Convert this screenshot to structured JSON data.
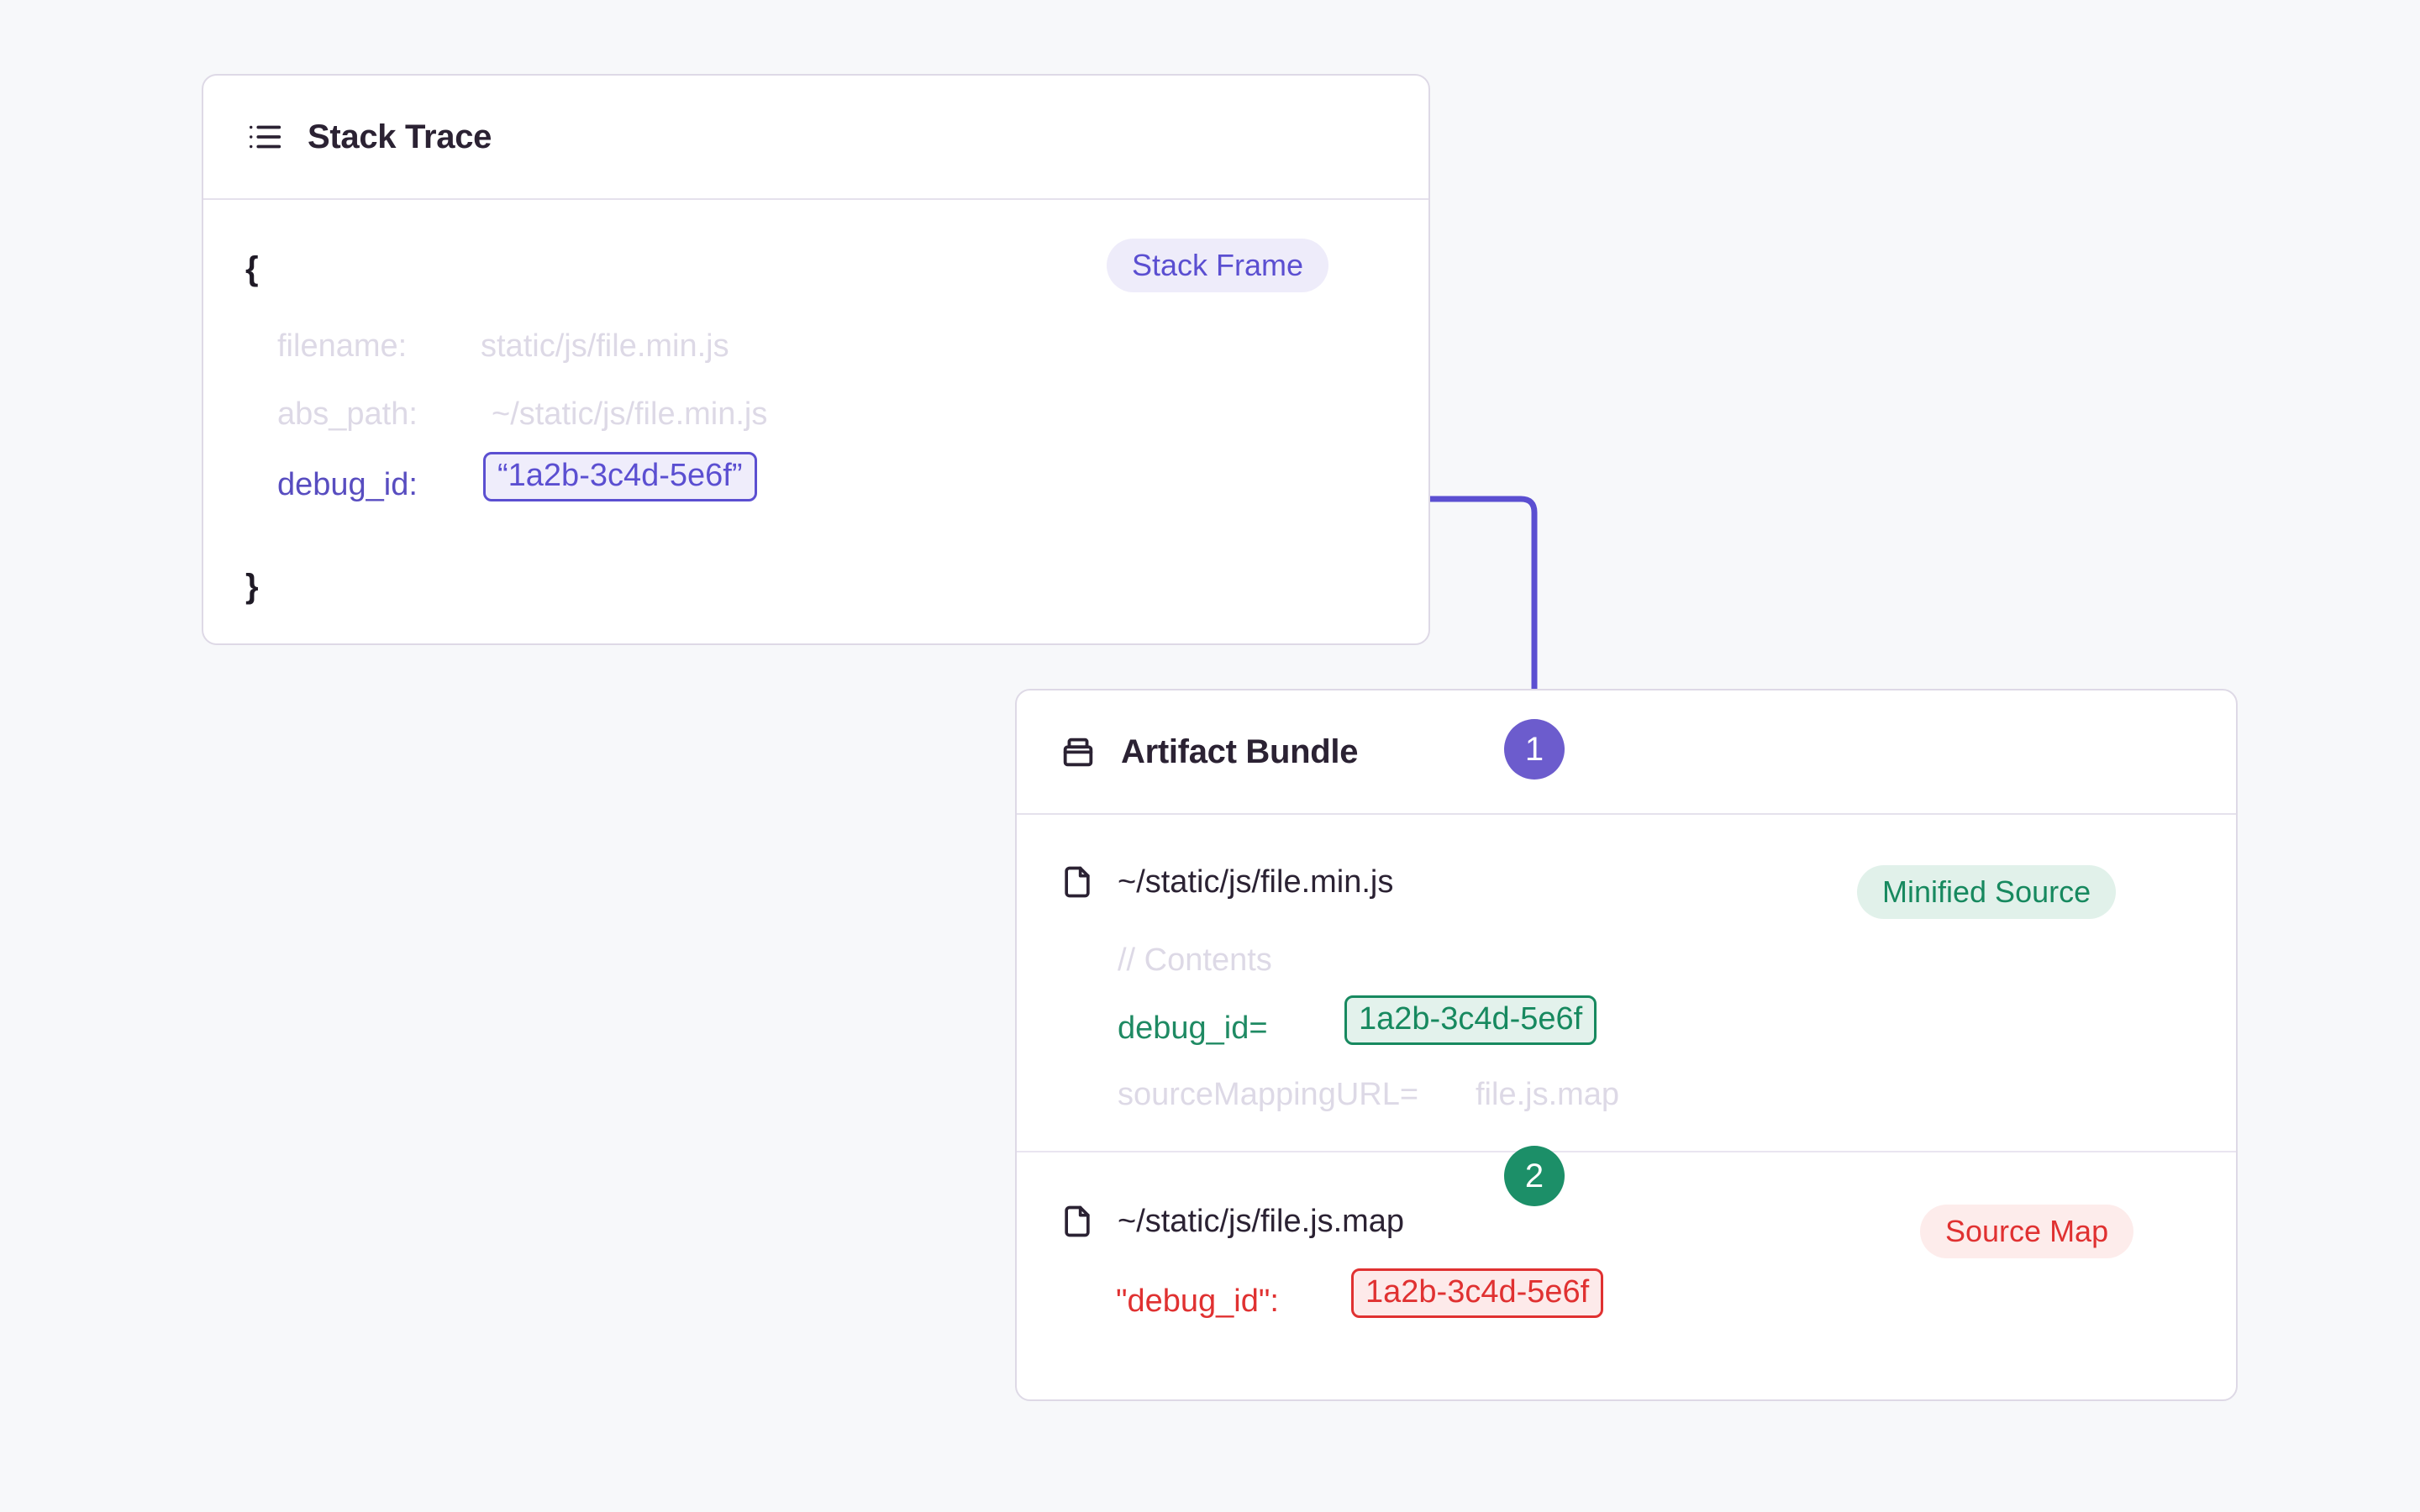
{
  "colors": {
    "background": "#f7f8fa",
    "card_border": "#ded9e6",
    "purple": "#5b4fd1",
    "green": "#17895f",
    "red": "#e03131",
    "muted_text": "#ddd9e6",
    "title_text": "#2b2233",
    "step1_bg": "#6c5ccd",
    "step2_bg": "#1c8f68"
  },
  "stack_trace": {
    "icon": "list-icon",
    "title": "Stack Trace",
    "open_brace": "{",
    "close_brace": "}",
    "badge": "Stack Frame",
    "rows": [
      {
        "key": "filename:",
        "value": "static/js/file.min.js"
      },
      {
        "key": "abs_path:",
        "value": "~/static/js/file.min.js"
      }
    ],
    "debug_id_key": "debug_id:",
    "debug_id_value": "“1a2b-3c4d-5e6f”"
  },
  "artifact_bundle": {
    "icon": "package-icon",
    "title": "Artifact Bundle",
    "entries": [
      {
        "file_icon": "file-icon",
        "file_name": "~/static/js/file.min.js",
        "badge": "Minified Source",
        "comment": "// Contents",
        "debug_id_key": "debug_id=",
        "debug_id_value": "1a2b-3c4d-5e6f",
        "source_map_key": "sourceMappingURL=",
        "source_map_value": "file.js.map"
      },
      {
        "file_icon": "file-icon",
        "file_name": "~/static/js/file.js.map",
        "badge": "Source Map",
        "debug_id_key": "\"debug_id\":",
        "debug_id_value": "1a2b-3c4d-5e6f"
      }
    ]
  },
  "steps": [
    {
      "label": "1",
      "color": "#6c5ccd"
    },
    {
      "label": "2",
      "color": "#1c8f68"
    }
  ]
}
